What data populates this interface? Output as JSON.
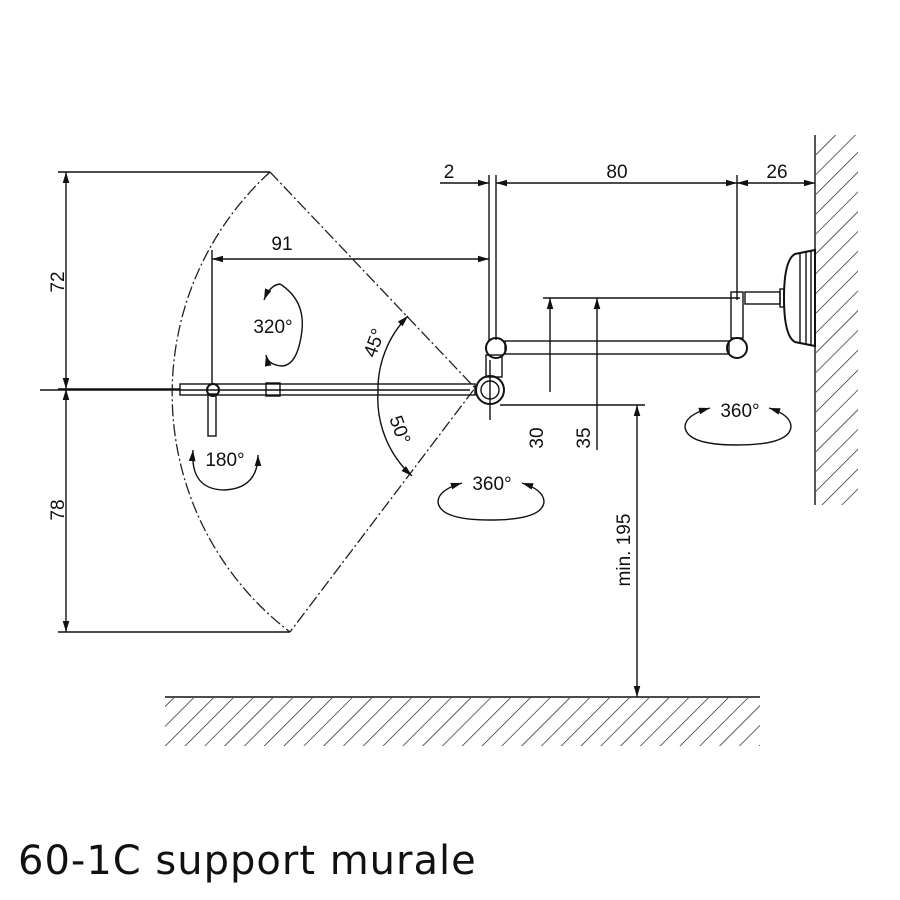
{
  "title": "60-1C support murale",
  "dimensions": {
    "top_2": "2",
    "top_80": "80",
    "top_26": "26",
    "reach_91": "91",
    "height_72": "72",
    "height_78": "78",
    "offset_30": "30",
    "offset_35": "35",
    "min_height": "min. 195"
  },
  "angles": {
    "rot_320": "320°",
    "rot_180": "180°",
    "tilt_up": "45°",
    "tilt_down": "50°",
    "rot_360_joint": "360°",
    "rot_360_wall": "360°"
  }
}
